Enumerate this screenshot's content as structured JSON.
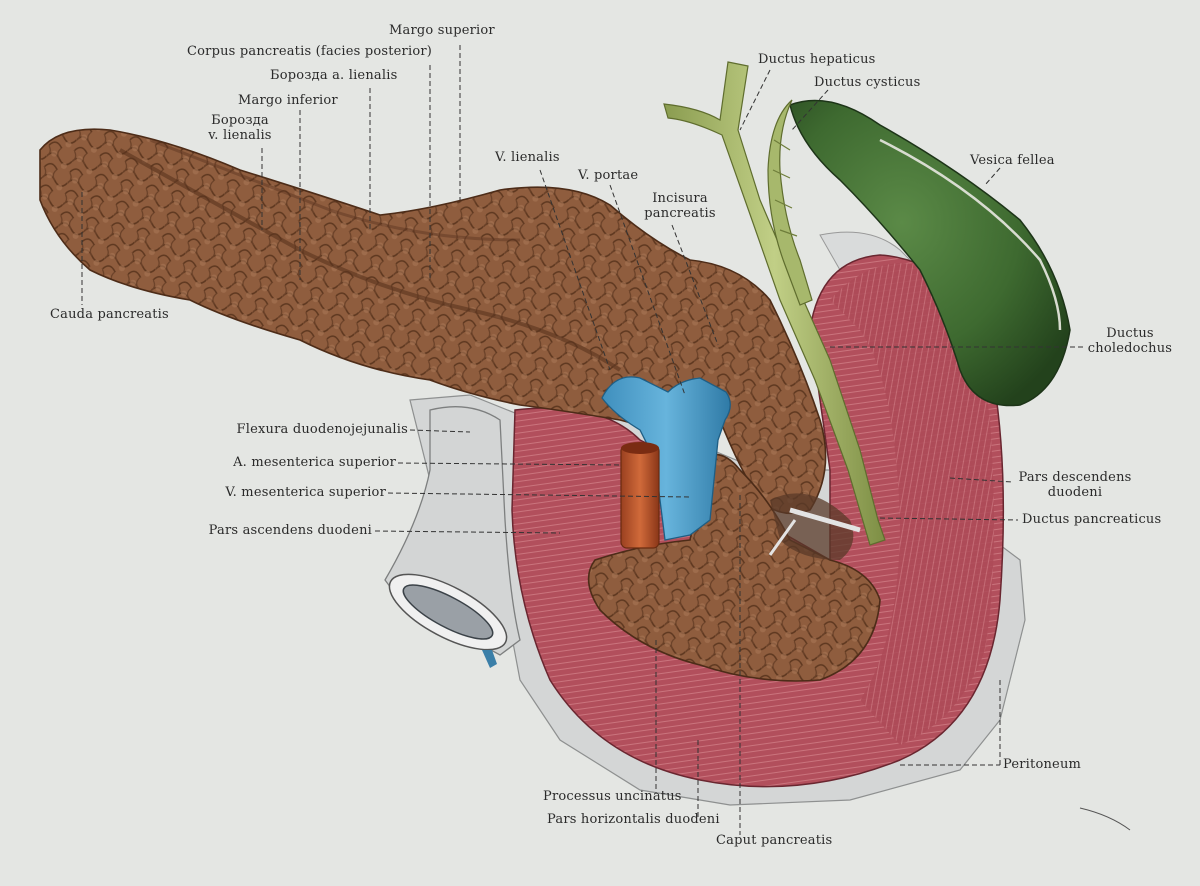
{
  "labels": {
    "margo_superior": "Margo superior",
    "corpus_pancreatis": "Corpus pancreatis (facies posterior)",
    "borozda_a_lienalis": "Борозда a. lienalis",
    "margo_inferior": "Margo inferior",
    "borozda_v_lienalis_1": "Борозда",
    "borozda_v_lienalis_2": "v. lienalis",
    "cauda_pancreatis": "Cauda pancreatis",
    "v_lienalis": "V. lienalis",
    "v_portae": "V. portae",
    "incisura_1": "Incisura",
    "incisura_2": "pancreatis",
    "ductus_hepaticus": "Ductus hepaticus",
    "ductus_cysticus": "Ductus cysticus",
    "vesica_fellea": "Vesica fellea",
    "ductus_choledochus_1": "Ductus",
    "ductus_choledochus_2": "choledochus",
    "flexura": "Flexura duodenojejunalis",
    "a_mesenterica": "A. mesenterica superior",
    "v_mesenterica": "V. mesenterica superior",
    "pars_ascendens": "Pars ascendens duodeni",
    "pars_descendens_1": "Pars descendens",
    "pars_descendens_2": "duodeni",
    "ductus_pancreaticus": "Ductus pancreaticus",
    "peritoneum": "Peritoneum",
    "processus_uncinatus": "Processus uncinatus",
    "pars_horizontalis": "Pars horizontalis duodeni",
    "caput_pancreatis": "Caput pancreatis"
  },
  "colors": {
    "background": "#e4e6e3",
    "pancreas": "#8c5a3c",
    "duodenum": "#b0505a",
    "gallbladder": "#3f6a32",
    "vein": "#4a9bc8",
    "artery": "#b5532a",
    "duct": "#a3b565",
    "peritoneum": "#d6d8d8"
  }
}
